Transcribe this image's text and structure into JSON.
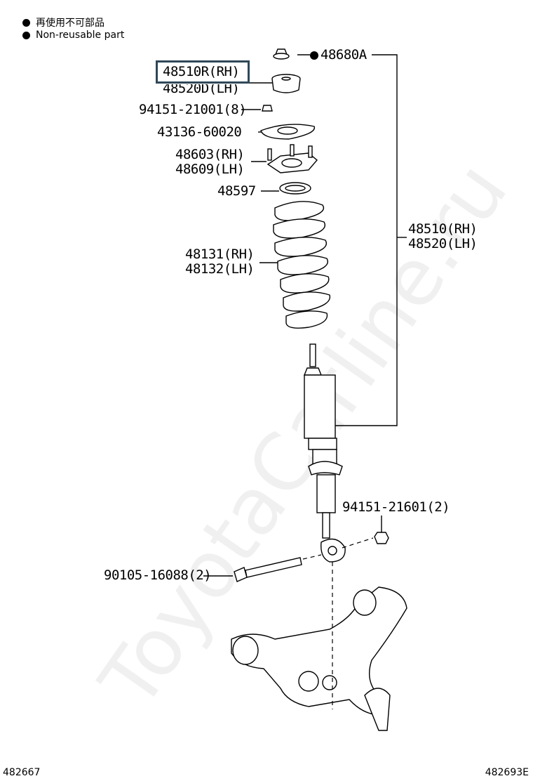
{
  "legend": {
    "jp": "再使用不可部品",
    "en": "Non-reusable part"
  },
  "highlight": {
    "label": "48510R(RH)",
    "sub": "48520D(LH)"
  },
  "parts": {
    "p48680a": "48680A",
    "p94151_21001": "94151-21001(8)",
    "p43136": "43136-60020",
    "p48603": "48603(RH)",
    "p48609": "48609(LH)",
    "p48597": "48597",
    "p48131": "48131(RH)",
    "p48132": "48132(LH)",
    "p48510": "48510(RH)",
    "p48520": "48520(LH)",
    "p94151_21601": "94151-21601(2)",
    "p90105": "90105-16088(2)"
  },
  "watermark": "ToyotaCarline.ru",
  "footer": {
    "left": "482667",
    "right": "482693E"
  }
}
